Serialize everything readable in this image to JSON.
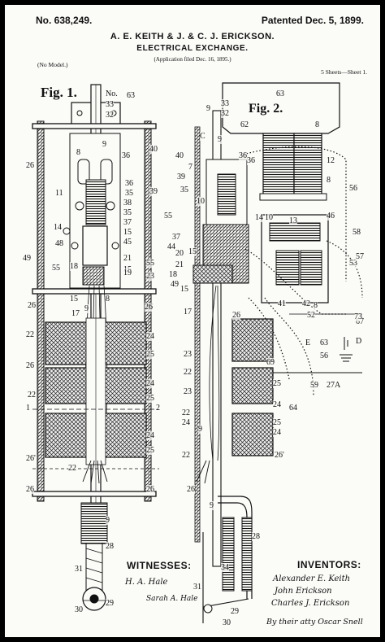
{
  "header": {
    "patent_no": "No. 638,249.",
    "patented": "Patented Dec. 5, 1899.",
    "inventors_line": "A. E. KEITH & J. & C. J. ERICKSON.",
    "title": "ELECTRICAL EXCHANGE.",
    "application": "(Application filed Dec. 16, 1895.)",
    "model": "(No Model.)",
    "sheets": "5 Sheets—Sheet 1."
  },
  "figures": {
    "fig1_label": "Fig. 1.",
    "fig2_label": "Fig. 2."
  },
  "fig1_numerals": [
    "No.",
    "33",
    "63",
    "32",
    "40",
    "9",
    "8",
    "36",
    "36",
    "26",
    "35",
    "11",
    "39",
    "38",
    "35",
    "37",
    "14",
    "45",
    "48",
    "15",
    "49",
    "55",
    "18",
    "21",
    "15",
    "55",
    "19",
    "23",
    "15",
    "9",
    "8",
    "17",
    "26",
    "26",
    "22",
    "24",
    "26",
    "25",
    "22",
    "24",
    "25",
    "1",
    "2",
    "24",
    "25",
    "26'",
    "22",
    "26",
    "26",
    "9",
    "28",
    "31",
    "30",
    "29"
  ],
  "fig2_numerals": [
    "63",
    "33",
    "9",
    "32",
    "62",
    "8",
    "C",
    "9",
    "36",
    "40",
    "7",
    "39",
    "36",
    "35",
    "12",
    "10",
    "8",
    "56",
    "55",
    "46",
    "37",
    "14",
    "10",
    "13",
    "44",
    "58",
    "20",
    "15",
    "21",
    "53",
    "18",
    "57",
    "49",
    "15",
    "52",
    "17",
    "26",
    "41",
    "42",
    "8",
    "67",
    "E",
    "73",
    "63",
    "D",
    "56",
    "23",
    "69",
    "22",
    "25",
    "59",
    "27A",
    "23",
    "64",
    "24",
    "22",
    "24",
    "25",
    "9",
    "24",
    "22",
    "26'",
    "9",
    "26",
    "28",
    "34",
    "31",
    "29",
    "30"
  ],
  "witnesses": {
    "label": "WITNESSES:",
    "names": [
      "H. A. Hale",
      "Sarah A. Hale"
    ]
  },
  "inventors": {
    "label": "INVENTORS:",
    "names": [
      "Alexander E. Keith",
      "John Erickson",
      "Charles J. Erickson"
    ],
    "attorney": "By their atty Oscar Snell"
  }
}
